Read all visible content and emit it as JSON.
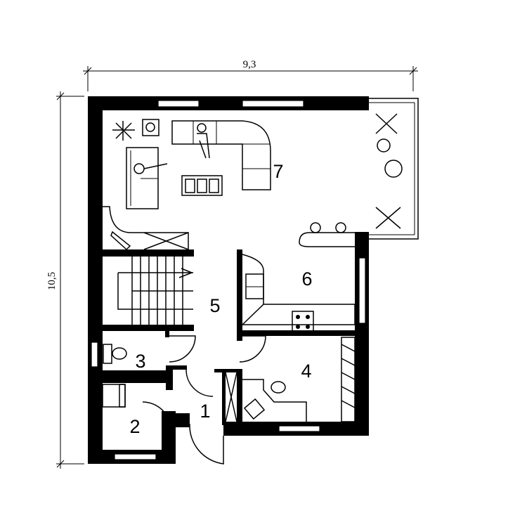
{
  "dimensions": {
    "width_label": "9,3",
    "height_label": "10,5"
  },
  "rooms": [
    {
      "number": "1"
    },
    {
      "number": "2"
    },
    {
      "number": "3"
    },
    {
      "number": "4"
    },
    {
      "number": "5"
    },
    {
      "number": "6"
    },
    {
      "number": "7"
    }
  ],
  "colors": {
    "wall": "#000000",
    "background": "#ffffff"
  }
}
